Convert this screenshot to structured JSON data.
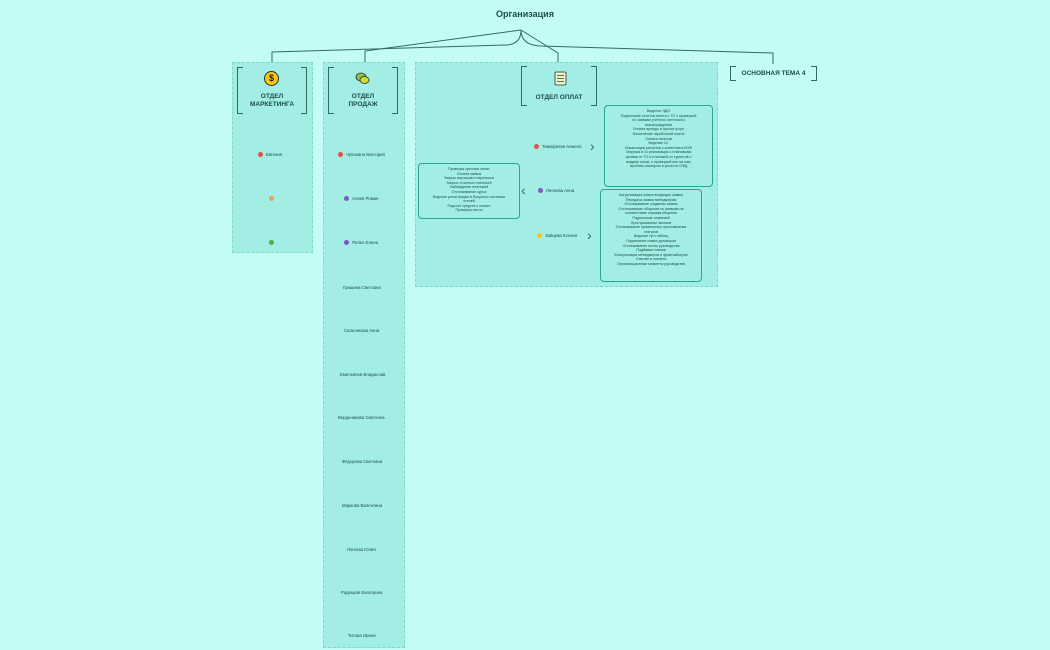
{
  "title": "Организация",
  "depts": {
    "marketing": {
      "label": "ОТДЕЛ МАРКЕТИНГА",
      "icon": "dollar-coin-icon",
      "members": [
        "Евгения",
        "",
        ""
      ]
    },
    "sales": {
      "label": "ОТДЕЛ ПРОДАЖ",
      "icon": "chat-bubbles-icon",
      "members": [
        "Чупахина Виктория",
        "Алиев Роман",
        "Пелех Елена",
        "Гришина Светлана",
        "Сальникова Анна",
        "Емельянов Владислав",
        "Верденикова Светлана",
        "Фёдорова Светлана",
        "Маркова Валентина",
        "Лонгова Юлия",
        "Радецкая Екатерина",
        "Титова Ирина"
      ]
    },
    "payments": {
      "label": "ОТДЕЛ ОПЛАТ",
      "icon": "checklist-icon",
      "members": [
        "Тимофеева Анжела",
        "Леонова Анна",
        "Зайцева Ксения"
      ]
    },
    "topic4": {
      "label": "ОСНОВНАЯ ТЕМА 4"
    }
  },
  "info_boxes": {
    "timofeeva": [
      "Ведение ЭДО",
      "Подписание отчетов агента с ТО с проверкой",
      "по заявкам учетного агентского",
      "вознаграждения",
      "Оплата аренды и прочих услуг",
      "Начисление заработной платы",
      "Оплата налогов",
      "Ведение 1С",
      "Инкассация расчетов с клиентом в КОФ",
      "Загрузка в 1с реализации с плановыми",
      "ценами от ТО и платежей от туристов с",
      "видами оплат, с проверкой все ли нам",
      "пробиты кассиром и ушли по ОФД"
    ],
    "leonova": [
      "Проверка срочных оплат",
      "Оплата заявок",
      "Запрос ваучеров и переписка",
      "Запрос отчетных платежей",
      "Наблюдение платежей",
      "Отслеживание курса",
      "Ведение регистрации в бонусных системах",
      "отелей",
      "Подсчет средств к оплате",
      "Проверка почты"
    ],
    "zaytseva": [
      "Актуализация новых входящих заявок",
      "Передача заявок менеджерам",
      "Отслеживание создания заявок",
      "Отслеживание общения по заявкам на",
      "соответствие нормам общения",
      "Подписание платежей",
      "Проглушивание звонков",
      "Отслеживание правильного проставления",
      "статусов",
      "Ведение гугл таблиц",
      "Подписание новых договоров",
      "Отслеживание почты руководства",
      "Подбивка планов",
      "Консультация менеджеров и франчайзеров",
      "Участие в оплатах",
      "Организационные моменты руководства"
    ]
  },
  "colors": {
    "background": "#c2fcf4",
    "panel": "#a2ede4",
    "line": "#2f6c65",
    "accent": "#2aa693"
  }
}
